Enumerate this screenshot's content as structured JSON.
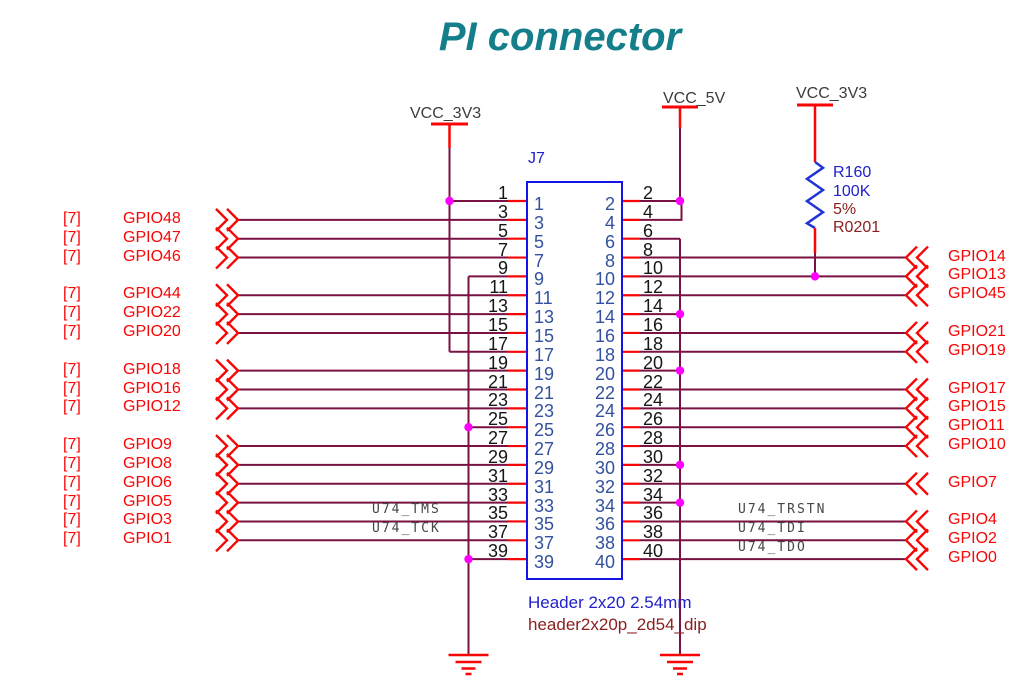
{
  "title": "PI connector",
  "power_flags": [
    {
      "label": "VCC_3V3"
    },
    {
      "label": "VCC_5V"
    },
    {
      "label": "VCC_3V3"
    }
  ],
  "resistor": {
    "reference": "R160",
    "value": "100K",
    "tolerance": "5%",
    "footprint": "R0201"
  },
  "connector": {
    "reference": "J7",
    "description": "Header 2x20 2.54mm",
    "footprint": "header2x20p_2d54_dip",
    "rows": [
      {
        "left": "1",
        "right": "2"
      },
      {
        "left": "3",
        "right": "4"
      },
      {
        "left": "5",
        "right": "6"
      },
      {
        "left": "7",
        "right": "8"
      },
      {
        "left": "9",
        "right": "10"
      },
      {
        "left": "11",
        "right": "12"
      },
      {
        "left": "13",
        "right": "14"
      },
      {
        "left": "15",
        "right": "16"
      },
      {
        "left": "17",
        "right": "18"
      },
      {
        "left": "19",
        "right": "20"
      },
      {
        "left": "21",
        "right": "22"
      },
      {
        "left": "23",
        "right": "24"
      },
      {
        "left": "25",
        "right": "26"
      },
      {
        "left": "27",
        "right": "28"
      },
      {
        "left": "29",
        "right": "30"
      },
      {
        "left": "31",
        "right": "32"
      },
      {
        "left": "33",
        "right": "34"
      },
      {
        "left": "35",
        "right": "36"
      },
      {
        "left": "37",
        "right": "38"
      },
      {
        "left": "39",
        "right": "40"
      }
    ]
  },
  "left_pins": [
    {
      "sheet": "[7]",
      "label": "GPIO48",
      "row": 1
    },
    {
      "sheet": "[7]",
      "label": "GPIO47",
      "row": 2
    },
    {
      "sheet": "[7]",
      "label": "GPIO46",
      "row": 3
    },
    {
      "sheet": "[7]",
      "label": "GPIO44",
      "row": 5
    },
    {
      "sheet": "[7]",
      "label": "GPIO22",
      "row": 6
    },
    {
      "sheet": "[7]",
      "label": "GPIO20",
      "row": 7
    },
    {
      "sheet": "[7]",
      "label": "GPIO18",
      "row": 9
    },
    {
      "sheet": "[7]",
      "label": "GPIO16",
      "row": 10
    },
    {
      "sheet": "[7]",
      "label": "GPIO12",
      "row": 11
    },
    {
      "sheet": "[7]",
      "label": "GPIO9",
      "row": 13
    },
    {
      "sheet": "[7]",
      "label": "GPIO8",
      "row": 14
    },
    {
      "sheet": "[7]",
      "label": "GPIO6",
      "row": 15
    },
    {
      "sheet": "[7]",
      "label": "GPIO5",
      "row": 16
    },
    {
      "sheet": "[7]",
      "label": "GPIO3",
      "row": 17
    },
    {
      "sheet": "[7]",
      "label": "GPIO1",
      "row": 18
    }
  ],
  "right_pins": [
    {
      "label": "GPIO14",
      "row": 3
    },
    {
      "label": "GPIO13",
      "row": 4
    },
    {
      "label": "GPIO45",
      "row": 5
    },
    {
      "label": "GPIO21",
      "row": 7
    },
    {
      "label": "GPIO19",
      "row": 8
    },
    {
      "label": "GPIO17",
      "row": 10
    },
    {
      "label": "GPIO15",
      "row": 11
    },
    {
      "label": "GPIO11",
      "row": 12
    },
    {
      "label": "GPIO10",
      "row": 13
    },
    {
      "label": "GPIO7",
      "row": 15
    },
    {
      "label": "GPIO4",
      "row": 17
    },
    {
      "label": "GPIO2",
      "row": 18
    },
    {
      "label": "GPIO0",
      "row": 19
    }
  ],
  "net_labels": [
    {
      "text": "U74_TMS",
      "side": "left",
      "row": 17
    },
    {
      "text": "U74_TCK",
      "side": "left",
      "row": 18
    },
    {
      "text": "U74_TRSTN",
      "side": "right",
      "row": 17
    },
    {
      "text": "U74_TDI",
      "side": "right",
      "row": 18
    },
    {
      "text": "U74_TDO",
      "side": "right",
      "row": 19
    }
  ],
  "colors": {
    "background": "#ffffff",
    "title": "#147f8b",
    "red": "#f80505",
    "wire": "#7a1143",
    "outline": "#1414e8",
    "pin_inner": "#33519e",
    "blue_label": "#2020cc",
    "res_blue": "#2433d6",
    "dark_red": "#8b2020",
    "gray_label": "#3c3c3c",
    "black": "#161616",
    "junction": "#ff00ff",
    "net_label": "#464646"
  }
}
